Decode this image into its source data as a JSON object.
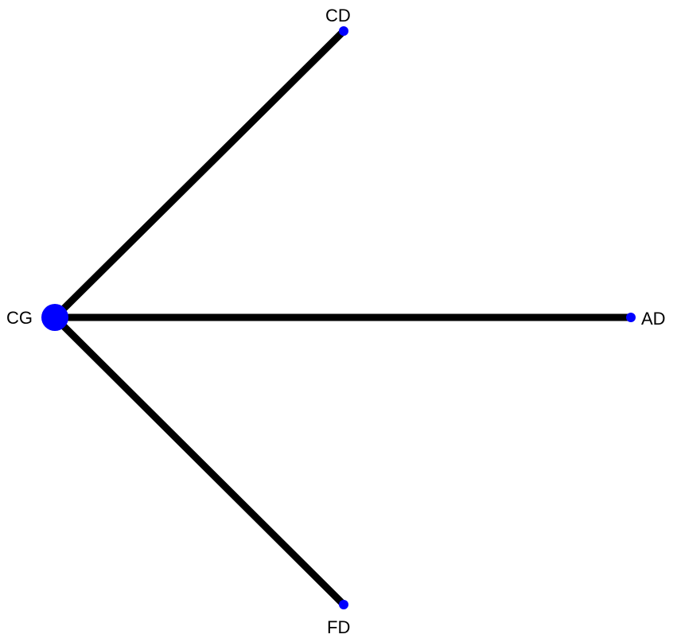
{
  "colors": {
    "node": "#0000ff",
    "edge": "#000000",
    "background": "#ffffff"
  },
  "nodes": [
    {
      "id": "CG",
      "label": "CG"
    },
    {
      "id": "CD",
      "label": "CD"
    },
    {
      "id": "AD",
      "label": "AD"
    },
    {
      "id": "FD",
      "label": "FD"
    }
  ],
  "edges": [
    {
      "from": "CG",
      "to": "CD"
    },
    {
      "from": "CG",
      "to": "AD"
    },
    {
      "from": "CG",
      "to": "FD"
    }
  ]
}
